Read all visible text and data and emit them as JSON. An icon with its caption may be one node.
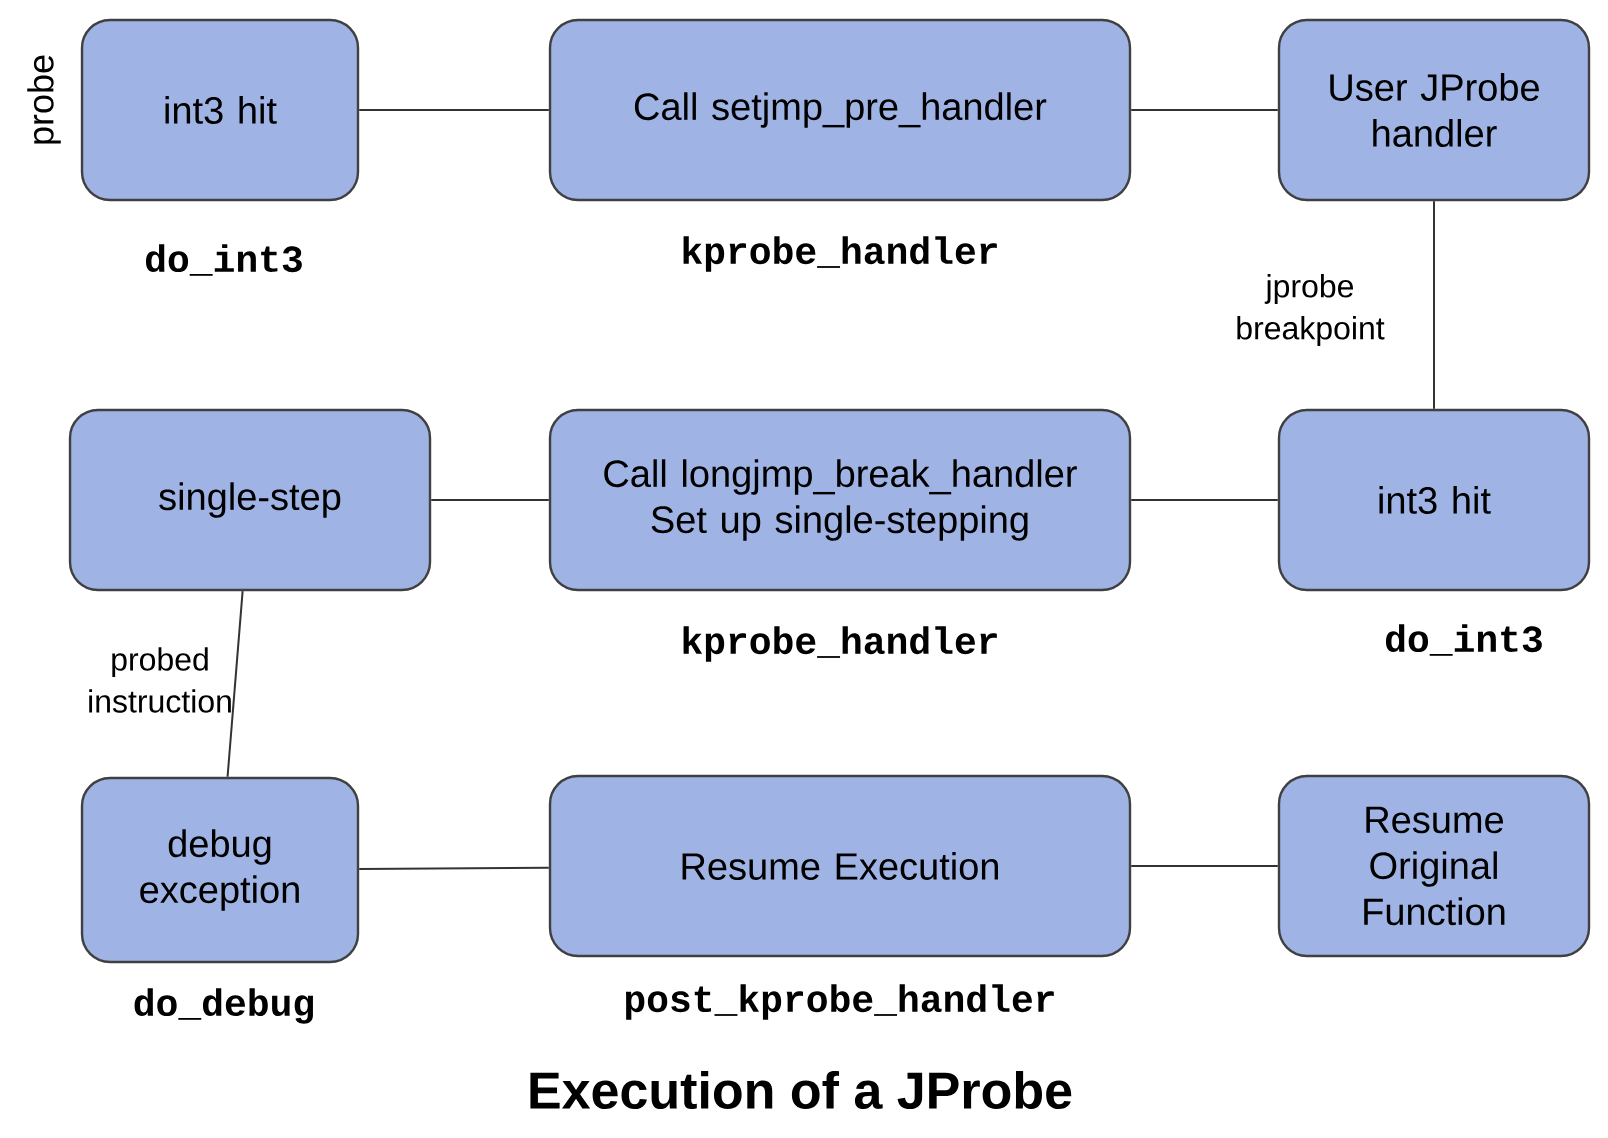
{
  "diagram": {
    "title": "Execution of a JProbe",
    "nodes": [
      {
        "text": [
          "int3 hit"
        ],
        "beside": [
          "probe",
          "do_int3"
        ]
      },
      {
        "text": [
          "Call setjmp_pre_handler"
        ],
        "beside": [
          "kprobe_handler"
        ]
      },
      {
        "text": [
          "User JProbe handler"
        ]
      },
      {
        "text": [
          "single-step"
        ]
      },
      {
        "text": [
          "Call longjmp_break_handler Set up single-stepping"
        ],
        "beside": [
          "kprobe_handler"
        ]
      },
      {
        "text": [
          "int3 hit"
        ],
        "beside": [
          "do_int3"
        ]
      },
      {
        "text": [
          "debug exception"
        ],
        "beside": [
          "do_debug"
        ]
      },
      {
        "text": [
          "Resume Execution"
        ],
        "beside": [
          "post_kprobe_handler"
        ]
      },
      {
        "text": [
          "Resume Original Function"
        ]
      }
    ],
    "edges": [
      {
        "from": 0,
        "to": 1,
        "arrow": "none"
      },
      {
        "from": 1,
        "to": 2,
        "arrow": "none"
      },
      {
        "from": 2,
        "to": 5,
        "arrow": "none",
        "label": "jprobe breakpoint"
      },
      {
        "from": 5,
        "to": 4,
        "arrow": "none"
      },
      {
        "from": 4,
        "to": 3,
        "arrow": "none"
      },
      {
        "from": 3,
        "to": 6,
        "arrow": "none",
        "label": "probed instruction"
      },
      {
        "from": 6,
        "to": 7,
        "arrow": "none"
      },
      {
        "from": 7,
        "to": 8,
        "arrow": "none"
      }
    ]
  }
}
